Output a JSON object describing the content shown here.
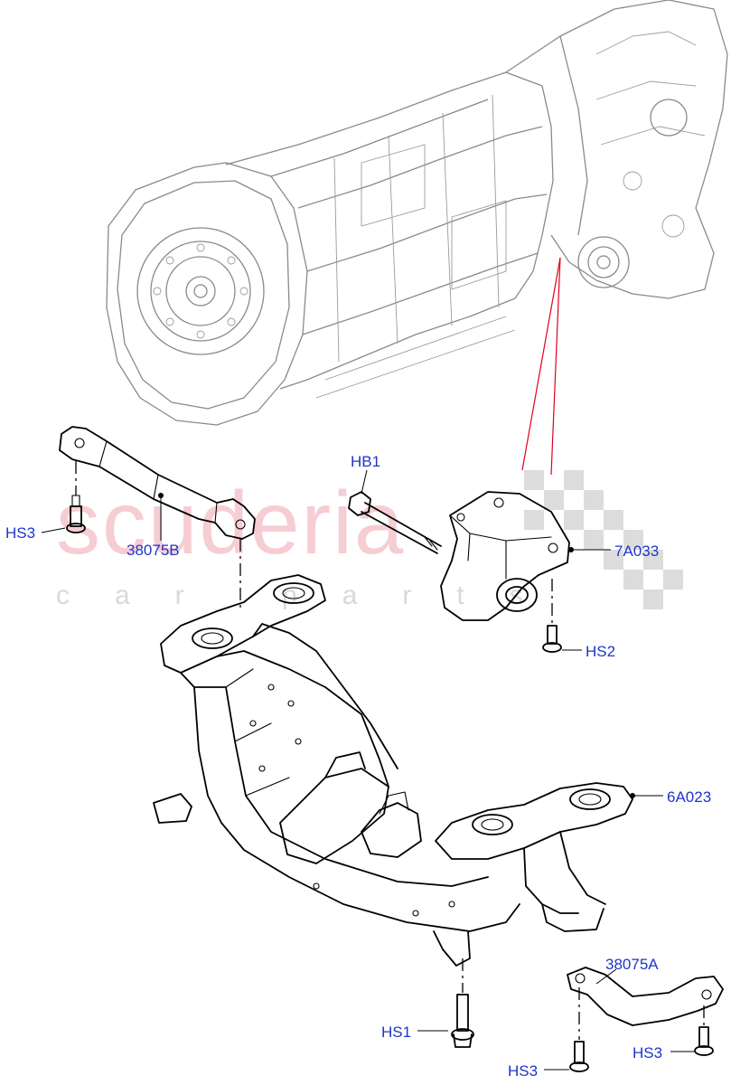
{
  "watermark": {
    "brand": "scuderia",
    "sub": "car parts",
    "color": "#f2b8bf"
  },
  "callouts": [
    {
      "id": "hb1",
      "label": "HB1"
    },
    {
      "id": "hs3-left",
      "label": "HS3"
    },
    {
      "id": "38075b",
      "label": "38075B"
    },
    {
      "id": "7a033",
      "label": "7A033"
    },
    {
      "id": "hs2",
      "label": "HS2"
    },
    {
      "id": "6a023",
      "label": "6A023"
    },
    {
      "id": "38075a",
      "label": "38075A"
    },
    {
      "id": "hs1",
      "label": "HS1"
    },
    {
      "id": "hs3-bottom",
      "label": "HS3"
    },
    {
      "id": "hs3-right",
      "label": "HS3"
    }
  ],
  "colors": {
    "callout_text": "#1f35c8",
    "reference_line": "#e0001a",
    "transmission_outline": "#8a8a8a",
    "part_outline": "#000000"
  }
}
